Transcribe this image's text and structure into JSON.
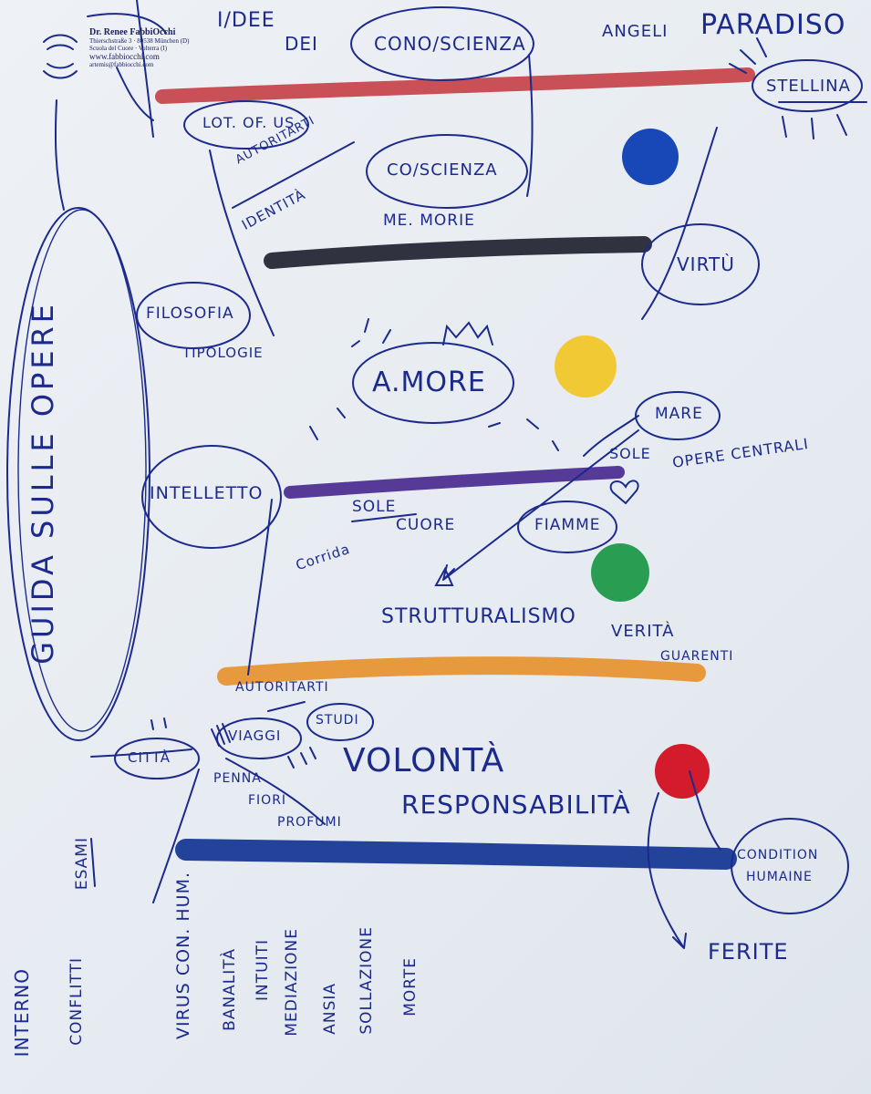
{
  "letterhead": {
    "name": "Dr. Renee FabbiOcchi",
    "address": "Thierschstraße 3 · 80538 München (D)",
    "school": "Scuola del Cuore · Volterra (I)",
    "website": "www.fabbiocchi.com",
    "email": "artemis@fabbiocchi.com"
  },
  "top": {
    "idee": "I/DEE",
    "dei": "DEI",
    "conoscienza_top": "CONO/SCIENZA",
    "angeli": "ANGELI",
    "paradiso": "PARADISO",
    "stellina": "STELLINA"
  },
  "upper_left": {
    "lot_of_us": "LOT. OF. US",
    "autoritarti": "AUTORITARTI",
    "identita": "IDENTITÀ",
    "coscienza": "CO/SCIENZA",
    "memorie": "ME. MORIE",
    "virtu": "VIRTÙ",
    "filosofia": "FILOSOFIA",
    "tipologie": "TIPOLOGIE"
  },
  "middle": {
    "amore": "A.MORE",
    "mare": "MARE",
    "sole_right": "SOLE",
    "opere_centrali": "OPERE CENTRALI",
    "intelletto": "INTELLETTO",
    "sole": "SOLE",
    "cuore": "CUORE",
    "fiamme": "FIAMME",
    "corrida": "Corrida",
    "strutturalismo": "STRUTTURALISMO",
    "verita": "VERITÀ",
    "guarenti": "GUARENTI"
  },
  "lower": {
    "autoritarti": "AUTORITARTI",
    "citta": "CITTÀ",
    "viaggi": "VIAGGI",
    "studi": "STUDI",
    "penna": "PENNA",
    "fiori": "FIORI",
    "profumi": "PROFUMI",
    "volonta": "VOLONTÀ",
    "responsabilita": "RESPONSABILITÀ",
    "condition_humaine_1": "CONDITION",
    "condition_humaine_2": "HUMAINE",
    "ferite": "FERITE",
    "esami": "ESAMI"
  },
  "guida": "GUIDA SULLE OPERE",
  "bottom_words": [
    "INTERNO",
    "CONFLITTI",
    "VIRUS CON. HUM.",
    "BANALITÀ",
    "INTUITI",
    "MEDIAZIONE",
    "ANSIA",
    "SOLLAZIONE",
    "MORTE"
  ],
  "colors": {
    "ink": "#1b2a8c",
    "red_stroke": "#c4343b",
    "black_stroke": "#1f2230",
    "purple_stroke": "#4a2a8f",
    "orange_stroke": "#e79534",
    "navy_stroke": "#183a96",
    "blue_dot": "#1848b8",
    "yellow_dot": "#f1c72a",
    "green_dot": "#1f9a4a",
    "red_dot": "#d41b2c"
  }
}
